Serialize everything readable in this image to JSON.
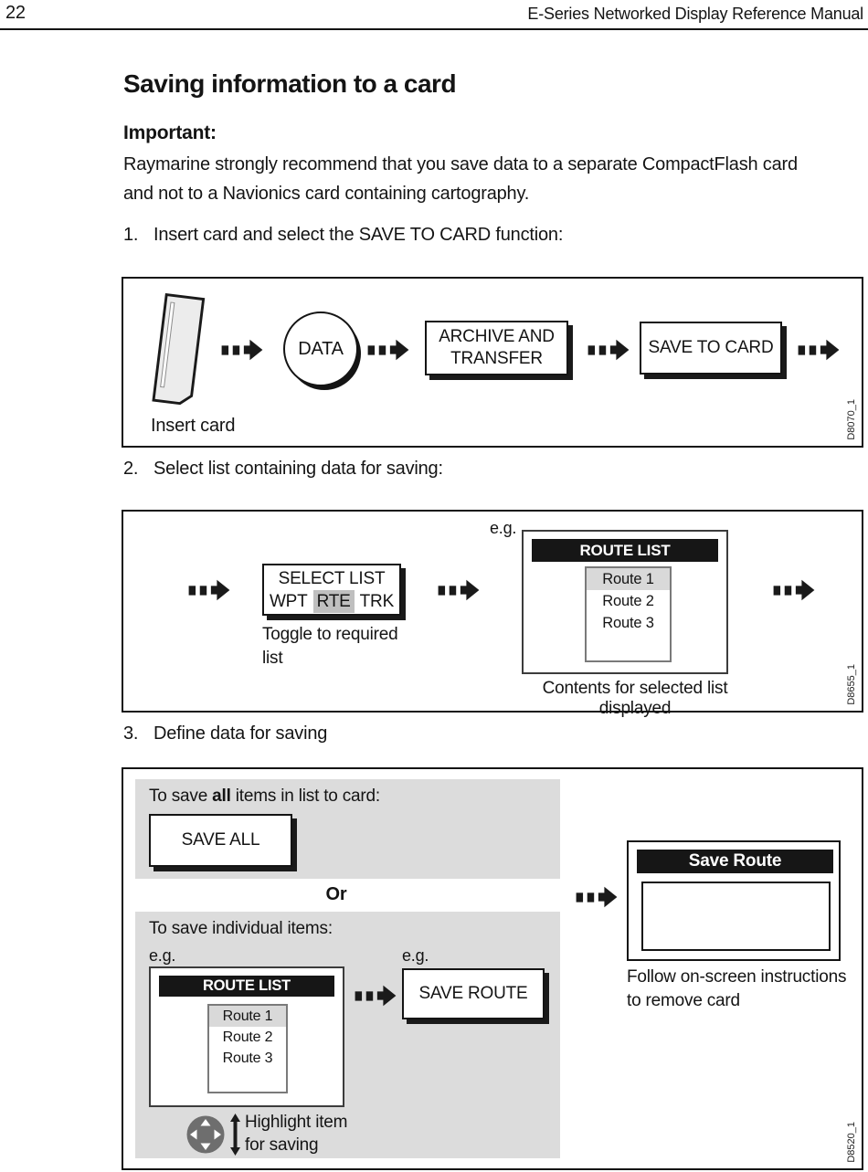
{
  "header": {
    "page_number": "22",
    "manual_title": "E-Series Networked Display Reference Manual"
  },
  "page": {
    "title": "Saving information to a card",
    "important_label": "Important:",
    "important_lines": [
      "Raymarine strongly recommend that you save data to a separate CompactFlash card",
      "and not to a Navionics card containing cartography."
    ],
    "steps": [
      {
        "number": "1.",
        "text": "Insert card and select the SAVE TO CARD function:"
      },
      {
        "number": "2.",
        "text": "Select list containing data for saving:"
      },
      {
        "number": "3.",
        "text": "Define data for saving"
      }
    ]
  },
  "figure1": {
    "insert_card_label": "Insert card",
    "data_node_label": "DATA",
    "archive_button_lines": [
      "ARCHIVE AND",
      "TRANSFER"
    ],
    "save_to_card_button": "SAVE TO CARD",
    "figure_id": "D8070_1"
  },
  "figure2": {
    "eg_label": "e.g.",
    "select_list_title": "SELECT LIST",
    "select_list_options": [
      "WPT",
      "RTE",
      "TRK"
    ],
    "selected_option": "RTE",
    "toggle_note_lines": [
      "Toggle to required",
      "list"
    ],
    "route_list_title": "ROUTE LIST",
    "routes": [
      "Route 1",
      "Route 2",
      "Route 3"
    ],
    "selected_route": "Route 1",
    "caption": "Contents for selected list displayed",
    "figure_id": "D8655_1"
  },
  "figure3": {
    "save_all_intro_prefix": "To save ",
    "save_all_intro_bold": "all",
    "save_all_intro_suffix": " items in list to card:",
    "save_all_button": "SAVE ALL",
    "or_label": "Or",
    "individual_intro": "To save individual items:",
    "eg_label_1": "e.g.",
    "eg_label_2": "e.g.",
    "route_list_title": "ROUTE LIST",
    "routes": [
      "Route 1",
      "Route 2",
      "Route 3"
    ],
    "selected_route": "Route 1",
    "save_route_button": "SAVE ROUTE",
    "highlight_note_lines": [
      "Highlight item",
      "for saving"
    ],
    "save_route_dialog_title": "Save Route",
    "follow_note_lines": [
      "Follow on-screen instructions",
      "to remove card"
    ],
    "figure_id": "D8520_1"
  },
  "colors": {
    "selection_highlight": "#bfbfbf",
    "row_highlight": "#d9d9d9",
    "panel_gray": "#dcdcdc",
    "bar_black": "#161616"
  }
}
